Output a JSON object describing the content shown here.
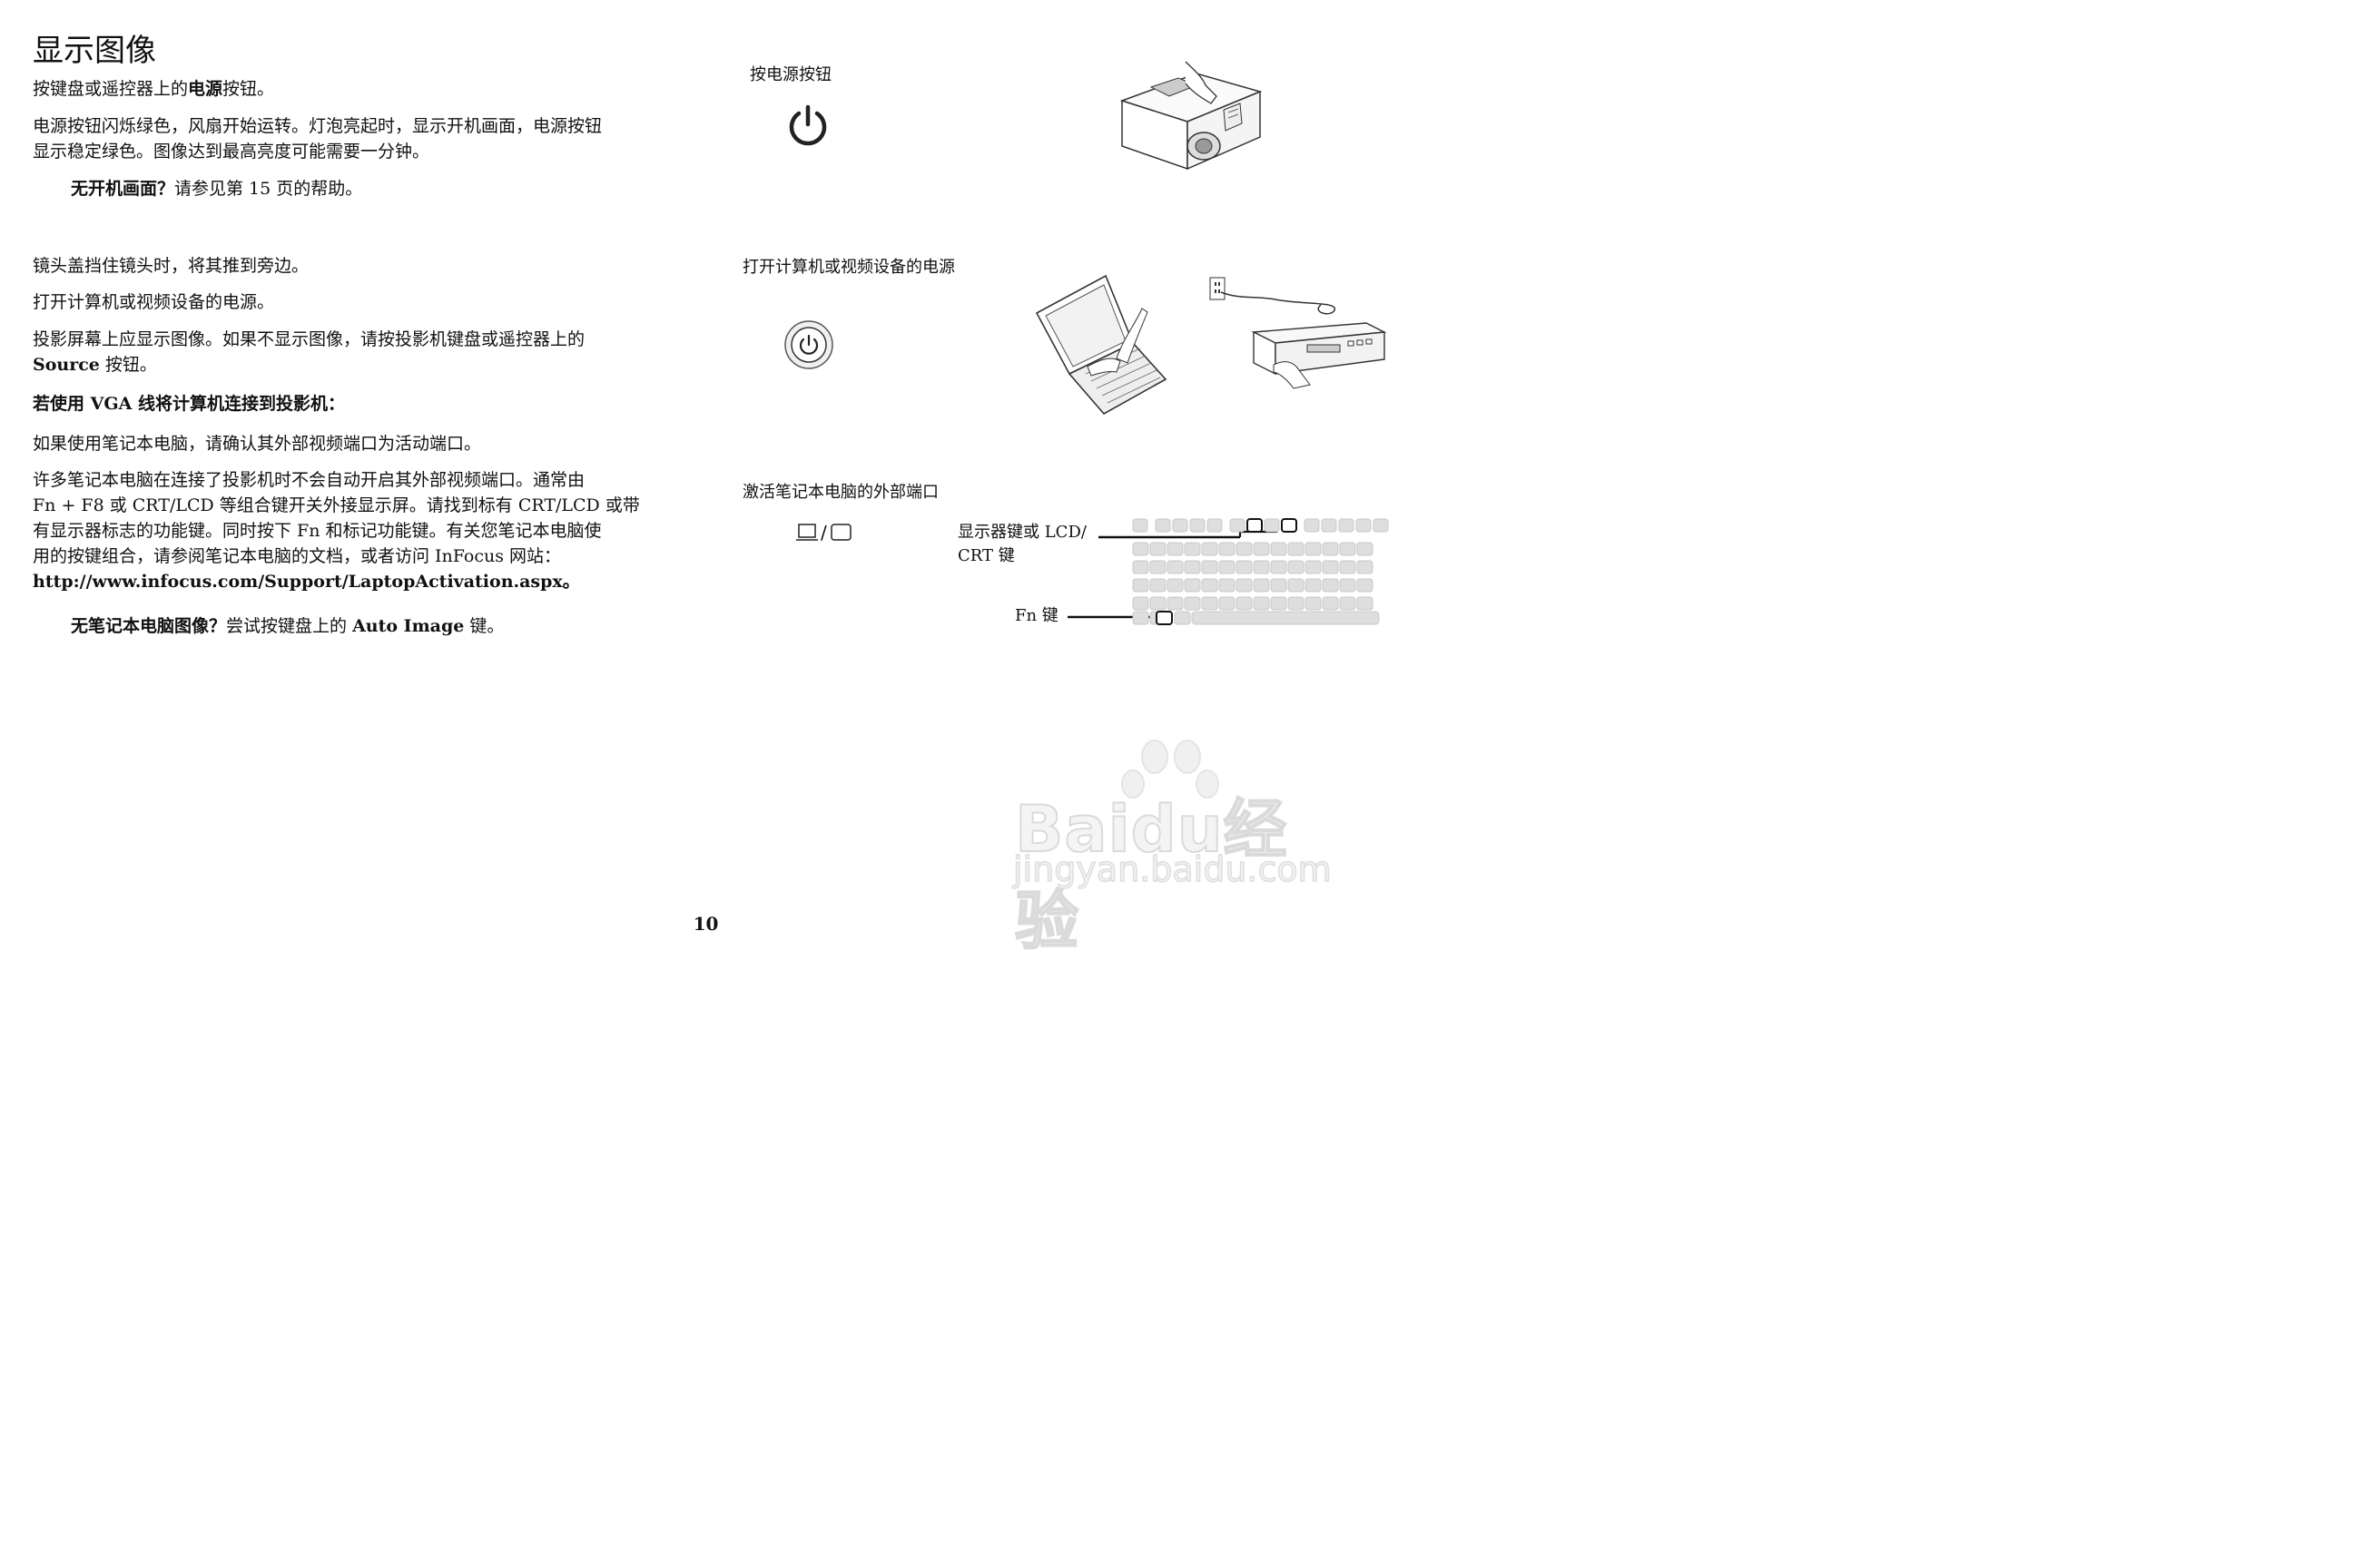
{
  "page": {
    "title": "显示图像",
    "page_number": "10",
    "watermark": {
      "brand": "Baidu经验",
      "url": "jingyan.baidu.com"
    }
  },
  "left": {
    "p1": {
      "a": "按键盘或遥控器上的",
      "b": "电源",
      "c": "按钮。"
    },
    "p2": {
      "l1": "电源按钮闪烁绿色，风扇开始运转。灯泡亮起时，显示开机画面，电源按钮",
      "l2": "显示稳定绿色。图像达到最高亮度可能需要一分钟。"
    },
    "p3": {
      "a": "无开机画面？",
      "b": "请参见第 15 页的帮助。"
    },
    "p4": "镜头盖挡住镜头时，将其推到旁边。",
    "p5": "打开计算机或视频设备的电源。",
    "p6": {
      "l1": "投影屏幕上应显示图像。如果不显示图像，请按投影机键盘或遥控器上的",
      "l2a": "Source",
      "l2b": " 按钮。"
    },
    "p7": "若使用 VGA 线将计算机连接到投影机：",
    "p8": "如果使用笔记本电脑，请确认其外部视频端口为活动端口。",
    "p9": {
      "l1": "许多笔记本电脑在连接了投影机时不会自动开启其外部视频端口。通常由",
      "l2": "Fn + F8 或 CRT/LCD 等组合键开关外接显示屏。请找到标有 CRT/LCD 或带",
      "l3": "有显示器标志的功能键。同时按下 Fn 和标记功能键。有关您笔记本电脑使",
      "l4": "用的按键组合，请参阅笔记本电脑的文档，或者访问 InFocus 网站：",
      "l5": "http://www.infocus.com/Support/LaptopActivation.aspx。"
    },
    "p10": {
      "a": "无笔记本电脑图像？",
      "b": "尝试按键盘上的 ",
      "c": "Auto Image",
      "d": " 键。"
    }
  },
  "right": {
    "fig1_caption": "按电源按钮",
    "fig2_caption": "打开计算机或视频设备的电源",
    "fig3_caption": "激活笔记本电脑的外部端口",
    "callout_display": {
      "l1": "显示器键或 LCD/",
      "l2": "CRT 键"
    },
    "callout_fn": "Fn 键",
    "icon_slash": "/"
  }
}
